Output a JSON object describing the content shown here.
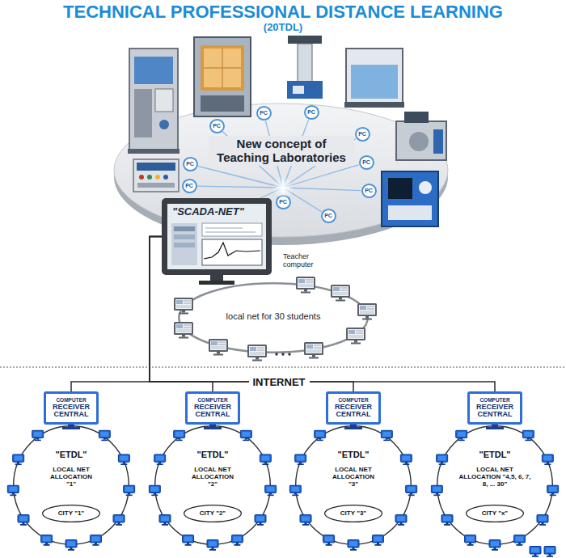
{
  "diagram": {
    "title": "TECHNICAL PROFESSIONAL DISTANCE LEARNING",
    "nodes": [
      {
        "text": [
          "New concept of Teaching Laboratories"
        ]
      },
      {
        "text": [
          "PC"
        ],
        "in": 0
      },
      {
        "text": [
          "PC"
        ],
        "in": 0
      },
      {
        "text": [
          "PC"
        ],
        "in": 0
      },
      {
        "text": [
          "PC"
        ],
        "in": 0
      },
      {
        "text": [
          "PC"
        ],
        "in": 0
      },
      {
        "text": [
          "PC"
        ],
        "in": 0
      },
      {
        "text": [
          "PC"
        ],
        "in": 0
      },
      {
        "text": [
          "PC"
        ],
        "in": 0
      },
      {
        "text": [
          "PC"
        ],
        "in": 0
      },
      {
        "text": [
          "PC"
        ],
        "in": 0
      },
      {
        "text": [
          "\"SCADA-NET\"",
          "Teacher computer"
        ]
      },
      {
        "text": [
          "local net for 30 students"
        ]
      },
      {
        "text": [
          "COMPUTER",
          "RECEIVER CENTRAL"
        ]
      },
      {
        "text": [
          "\"ETDL\"",
          "LOCAL NET ALLOCATION \"1\""
        ]
      },
      {
        "text": [
          "CITY \"1\""
        ],
        "in": 14
      },
      {
        "text": [
          "COMPUTER",
          "RECEIVER CENTRAL"
        ]
      },
      {
        "text": [
          "\"ETDL\"",
          "LOCAL NET ALLOCATION \"2\""
        ]
      },
      {
        "text": [
          "CITY \"2\""
        ],
        "in": 17
      },
      {
        "text": [
          "COMPUTER",
          "RECEIVER CENTRAL"
        ]
      },
      {
        "text": [
          "\"ETDL\"",
          "LOCAL NET ALLOCATION \"3\""
        ]
      },
      {
        "text": [
          "CITY \"3\""
        ],
        "in": 20
      },
      {
        "text": [
          "COMPUTER",
          "RECEIVER CENTRAL"
        ]
      },
      {
        "text": [
          "\"ETDL\"",
          "LOCAL NET ALLOCATION \"4,5, 6, 7, 8, ... 30\""
        ]
      },
      {
        "text": [
          "CITY \"x\""
        ],
        "in": 23
      }
    ],
    "edges": [
      {
        "from": 11,
        "to": 13,
        "arrow": "none"
      },
      {
        "from": 11,
        "to": 16,
        "arrow": "none"
      },
      {
        "from": 11,
        "to": 19,
        "arrow": "none"
      },
      {
        "from": 11,
        "to": 22,
        "arrow": "none"
      }
    ],
    "labels": [
      "(20TDL)",
      "INTERNET"
    ]
  }
}
